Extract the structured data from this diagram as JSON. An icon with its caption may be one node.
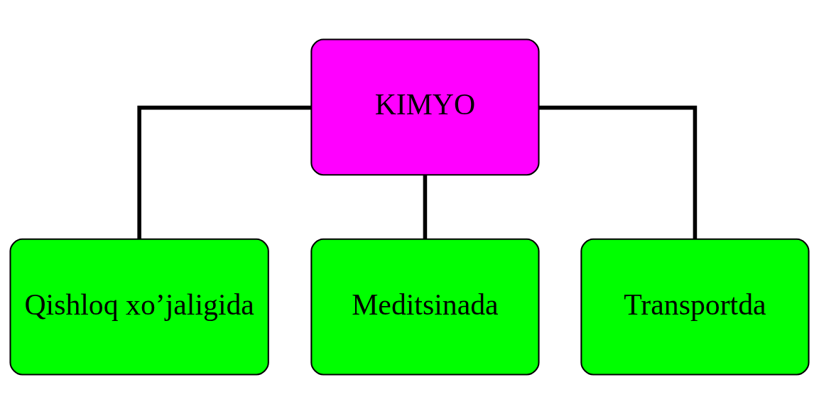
{
  "diagram": {
    "nodes": [
      {
        "text": [
          "KIMYO"
        ]
      },
      {
        "text": [
          "Qishloq xo’jaligida"
        ]
      },
      {
        "text": [
          "Meditsinada"
        ]
      },
      {
        "text": [
          "Transportda"
        ]
      }
    ],
    "edges": [
      {
        "from": 0,
        "to": 1,
        "arrow": "none"
      },
      {
        "from": 0,
        "to": 2,
        "arrow": "none"
      },
      {
        "from": 0,
        "to": 3,
        "arrow": "none"
      }
    ]
  }
}
